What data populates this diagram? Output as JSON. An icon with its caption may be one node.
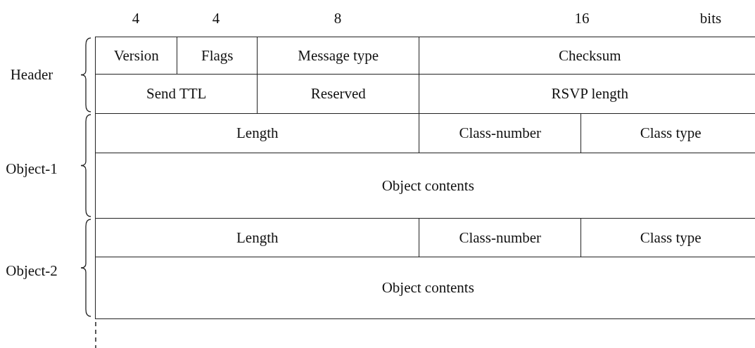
{
  "diagram": {
    "nodes": [
      {
        "text": [
          "Version"
        ]
      },
      {
        "text": [
          "Flags"
        ]
      },
      {
        "text": [
          "Message type"
        ]
      },
      {
        "text": [
          "Checksum"
        ]
      },
      {
        "text": [
          "Send TTL"
        ]
      },
      {
        "text": [
          "Reserved"
        ]
      },
      {
        "text": [
          "RSVP length"
        ]
      },
      {
        "text": [
          "Length"
        ]
      },
      {
        "text": [
          "Class-number"
        ]
      },
      {
        "text": [
          "Class type"
        ]
      },
      {
        "text": [
          "Object contents"
        ]
      },
      {
        "text": [
          "Length"
        ]
      },
      {
        "text": [
          "Class-number"
        ]
      },
      {
        "text": [
          "Class type"
        ]
      },
      {
        "text": [
          "Object contents"
        ]
      }
    ],
    "labels": [
      "4",
      "4",
      "8",
      "16",
      "bits",
      "Header",
      "Object-1",
      "Object-2"
    ]
  }
}
